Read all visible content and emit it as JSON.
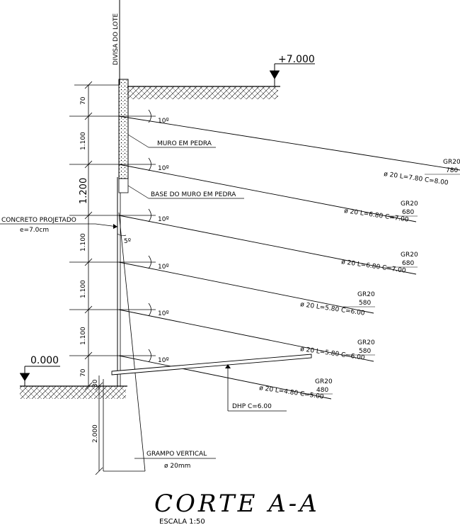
{
  "drawing": {
    "title": "CORTE A-A",
    "scale": "ESCALA 1:50",
    "property_line": "DIVISA DO LOTE",
    "top_level": "+7.000",
    "bottom_level": "0.000",
    "angle_label": "10º",
    "batter_angle": "5º",
    "labels": {
      "stone_wall": "MURO EM PEDRA",
      "stone_wall_base": "BASE DO MURO EM PEDRA",
      "shotcrete": "CONCRETO PROJETADO",
      "shotcrete_thickness": "e=7.0cm",
      "dhp": "DHP C=6.00",
      "vertical_clamp": "GRAMPO VERTICAL",
      "vertical_clamp_dia": "ø 20mm"
    },
    "vertical_dimensions": [
      "70",
      "1.100",
      "1.200",
      "1.100",
      "1.100",
      "1.100",
      "70",
      "30",
      "2.000"
    ],
    "anchors": [
      {
        "grade": "GR20",
        "code": "780",
        "spec": "ø 20 L=7.80 C=8.00"
      },
      {
        "grade": "GR20",
        "code": "680",
        "spec": "ø 20 L=6.80 C=7.00"
      },
      {
        "grade": "GR20",
        "code": "680",
        "spec": "ø 20 L=6.80 C=7.00"
      },
      {
        "grade": "GR20",
        "code": "580",
        "spec": "ø 20 L=5.80 C=6.00"
      },
      {
        "grade": "GR20",
        "code": "580",
        "spec": "ø 20 L=5.80 C=6.00"
      },
      {
        "grade": "GR20",
        "code": "480",
        "spec": "ø 20 L=4.80 C=5.00"
      }
    ]
  }
}
